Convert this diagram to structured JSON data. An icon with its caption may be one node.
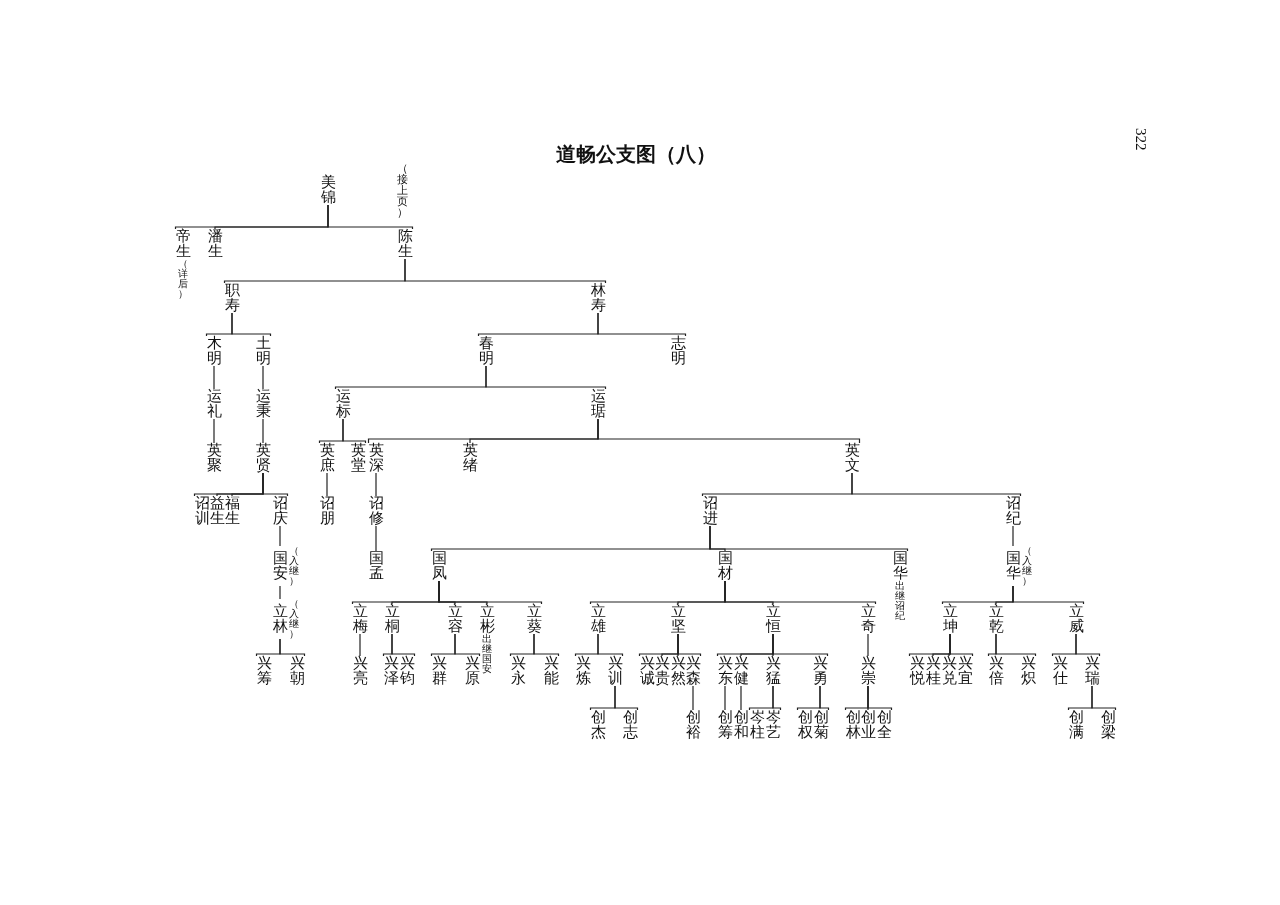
{
  "diagram": {
    "title": "道畅公支图（八）",
    "nodes": [
      {
        "text": [
          "美锦"
        ]
      },
      {
        "text": [
          "帝生"
        ],
        "beside": [
          "（详后）"
        ]
      },
      {
        "text": [
          "潘生"
        ]
      },
      {
        "text": [
          "陈生"
        ]
      },
      {
        "text": [
          "职寿"
        ]
      },
      {
        "text": [
          "林寿"
        ]
      },
      {
        "text": [
          "木明"
        ]
      },
      {
        "text": [
          "土明"
        ]
      },
      {
        "text": [
          "春明"
        ]
      },
      {
        "text": [
          "志明"
        ]
      },
      {
        "text": [
          "运礼"
        ]
      },
      {
        "text": [
          "运秉"
        ]
      },
      {
        "text": [
          "运标"
        ]
      },
      {
        "text": [
          "运琚"
        ]
      },
      {
        "text": [
          "英聚"
        ]
      },
      {
        "text": [
          "英贤"
        ]
      },
      {
        "text": [
          "英庶"
        ]
      },
      {
        "text": [
          "英堂"
        ]
      },
      {
        "text": [
          "英深"
        ]
      },
      {
        "text": [
          "英绪"
        ]
      },
      {
        "text": [
          "英文"
        ]
      },
      {
        "text": [
          "诏训"
        ]
      },
      {
        "text": [
          "益生"
        ]
      },
      {
        "text": [
          "福生"
        ]
      },
      {
        "text": [
          "诏庆"
        ]
      },
      {
        "text": [
          "诏朋"
        ]
      },
      {
        "text": [
          "诏修"
        ]
      },
      {
        "text": [
          "诏进"
        ]
      },
      {
        "text": [
          "诏纪"
        ]
      },
      {
        "text": [
          "国安"
        ],
        "beside": [
          "（入继）"
        ]
      },
      {
        "text": [
          "国孟"
        ]
      },
      {
        "text": [
          "国凤"
        ]
      },
      {
        "text": [
          "国材"
        ]
      },
      {
        "text": [
          "国华"
        ],
        "beside": [
          "出继诏纪"
        ]
      },
      {
        "text": [
          "国华"
        ],
        "beside": [
          "（入继）"
        ]
      },
      {
        "text": [
          "立林"
        ],
        "beside": [
          "（入继）"
        ]
      },
      {
        "text": [
          "立梅"
        ]
      },
      {
        "text": [
          "立桐"
        ]
      },
      {
        "text": [
          "立容"
        ]
      },
      {
        "text": [
          "立彬"
        ],
        "beside": [
          "出继国安"
        ]
      },
      {
        "text": [
          "立葵"
        ]
      },
      {
        "text": [
          "立雄"
        ]
      },
      {
        "text": [
          "立坚"
        ]
      },
      {
        "text": [
          "立恒"
        ]
      },
      {
        "text": [
          "立奇"
        ]
      },
      {
        "text": [
          "立坤"
        ]
      },
      {
        "text": [
          "立乾"
        ]
      },
      {
        "text": [
          "立威"
        ]
      },
      {
        "text": [
          "兴筹"
        ]
      },
      {
        "text": [
          "兴朝"
        ]
      },
      {
        "text": [
          "兴亮"
        ]
      },
      {
        "text": [
          "兴泽"
        ]
      },
      {
        "text": [
          "兴钧"
        ]
      },
      {
        "text": [
          "兴群"
        ]
      },
      {
        "text": [
          "兴原"
        ]
      },
      {
        "text": [
          "兴永"
        ]
      },
      {
        "text": [
          "兴能"
        ]
      },
      {
        "text": [
          "兴炼"
        ]
      },
      {
        "text": [
          "兴训"
        ]
      },
      {
        "text": [
          "兴诚"
        ]
      },
      {
        "text": [
          "兴贵"
        ]
      },
      {
        "text": [
          "兴然"
        ]
      },
      {
        "text": [
          "兴森"
        ]
      },
      {
        "text": [
          "兴东"
        ]
      },
      {
        "text": [
          "兴健"
        ]
      },
      {
        "text": [
          "兴猛"
        ]
      },
      {
        "text": [
          "兴勇"
        ]
      },
      {
        "text": [
          "兴崇"
        ]
      },
      {
        "text": [
          "兴悦"
        ]
      },
      {
        "text": [
          "兴桂"
        ]
      },
      {
        "text": [
          "兴兑"
        ]
      },
      {
        "text": [
          "兴宜"
        ]
      },
      {
        "text": [
          "兴倍"
        ]
      },
      {
        "text": [
          "兴炽"
        ]
      },
      {
        "text": [
          "兴仕"
        ]
      },
      {
        "text": [
          "兴瑞"
        ]
      },
      {
        "text": [
          "创杰"
        ]
      },
      {
        "text": [
          "创志"
        ]
      },
      {
        "text": [
          "创裕"
        ]
      },
      {
        "text": [
          "创筹"
        ]
      },
      {
        "text": [
          "创和"
        ]
      },
      {
        "text": [
          "岑柱"
        ]
      },
      {
        "text": [
          "岑艺"
        ]
      },
      {
        "text": [
          "创权"
        ]
      },
      {
        "text": [
          "创菊"
        ]
      },
      {
        "text": [
          "创林"
        ]
      },
      {
        "text": [
          "创业"
        ]
      },
      {
        "text": [
          "创全"
        ]
      },
      {
        "text": [
          "创满"
        ]
      },
      {
        "text": [
          "创梁"
        ]
      }
    ],
    "edges": [
      {
        "from": 0,
        "to": 1,
        "arrow": "none"
      },
      {
        "from": 0,
        "to": 2,
        "arrow": "none"
      },
      {
        "from": 0,
        "to": 3,
        "arrow": "none"
      },
      {
        "from": 3,
        "to": 4,
        "arrow": "none"
      },
      {
        "from": 3,
        "to": 5,
        "arrow": "none"
      },
      {
        "from": 4,
        "to": 6,
        "arrow": "none"
      },
      {
        "from": 4,
        "to": 7,
        "arrow": "none"
      },
      {
        "from": 5,
        "to": 8,
        "arrow": "none"
      },
      {
        "from": 5,
        "to": 9,
        "arrow": "none"
      },
      {
        "from": 6,
        "to": 10,
        "arrow": "none"
      },
      {
        "from": 7,
        "to": 11,
        "arrow": "none"
      },
      {
        "from": 8,
        "to": 12,
        "arrow": "none"
      },
      {
        "from": 8,
        "to": 13,
        "arrow": "none"
      },
      {
        "from": 10,
        "to": 14,
        "arrow": "none"
      },
      {
        "from": 11,
        "to": 15,
        "arrow": "none"
      },
      {
        "from": 12,
        "to": 16,
        "arrow": "none"
      },
      {
        "from": 12,
        "to": 17,
        "arrow": "none"
      },
      {
        "from": 13,
        "to": 18,
        "arrow": "none"
      },
      {
        "from": 13,
        "to": 19,
        "arrow": "none"
      },
      {
        "from": 13,
        "to": 20,
        "arrow": "none"
      },
      {
        "from": 15,
        "to": 21,
        "arrow": "none"
      },
      {
        "from": 15,
        "to": 22,
        "arrow": "none"
      },
      {
        "from": 15,
        "to": 23,
        "arrow": "none"
      },
      {
        "from": 15,
        "to": 24,
        "arrow": "none"
      },
      {
        "from": 16,
        "to": 25,
        "arrow": "none"
      },
      {
        "from": 18,
        "to": 26,
        "arrow": "none"
      },
      {
        "from": 20,
        "to": 27,
        "arrow": "none"
      },
      {
        "from": 20,
        "to": 28,
        "arrow": "none"
      },
      {
        "from": 24,
        "to": 29,
        "arrow": "none"
      },
      {
        "from": 26,
        "to": 30,
        "arrow": "none"
      },
      {
        "from": 27,
        "to": 31,
        "arrow": "none"
      },
      {
        "from": 27,
        "to": 32,
        "arrow": "none"
      },
      {
        "from": 27,
        "to": 33,
        "arrow": "none"
      },
      {
        "from": 28,
        "to": 34,
        "arrow": "none"
      },
      {
        "from": 29,
        "to": 35,
        "arrow": "none"
      },
      {
        "from": 31,
        "to": 36,
        "arrow": "none"
      },
      {
        "from": 31,
        "to": 37,
        "arrow": "none"
      },
      {
        "from": 31,
        "to": 38,
        "arrow": "none"
      },
      {
        "from": 31,
        "to": 39,
        "arrow": "none"
      },
      {
        "from": 31,
        "to": 40,
        "arrow": "none"
      },
      {
        "from": 32,
        "to": 41,
        "arrow": "none"
      },
      {
        "from": 32,
        "to": 42,
        "arrow": "none"
      },
      {
        "from": 32,
        "to": 43,
        "arrow": "none"
      },
      {
        "from": 32,
        "to": 44,
        "arrow": "none"
      },
      {
        "from": 34,
        "to": 45,
        "arrow": "none"
      },
      {
        "from": 34,
        "to": 46,
        "arrow": "none"
      },
      {
        "from": 34,
        "to": 47,
        "arrow": "none"
      },
      {
        "from": 35,
        "to": 48,
        "arrow": "none"
      },
      {
        "from": 35,
        "to": 49,
        "arrow": "none"
      },
      {
        "from": 36,
        "to": 50,
        "arrow": "none"
      },
      {
        "from": 37,
        "to": 51,
        "arrow": "none"
      },
      {
        "from": 37,
        "to": 52,
        "arrow": "none"
      },
      {
        "from": 38,
        "to": 53,
        "arrow": "none"
      },
      {
        "from": 38,
        "to": 54,
        "arrow": "none"
      },
      {
        "from": 40,
        "to": 55,
        "arrow": "none"
      },
      {
        "from": 40,
        "to": 56,
        "arrow": "none"
      },
      {
        "from": 41,
        "to": 57,
        "arrow": "none"
      },
      {
        "from": 41,
        "to": 58,
        "arrow": "none"
      },
      {
        "from": 42,
        "to": 59,
        "arrow": "none"
      },
      {
        "from": 42,
        "to": 60,
        "arrow": "none"
      },
      {
        "from": 42,
        "to": 61,
        "arrow": "none"
      },
      {
        "from": 42,
        "to": 62,
        "arrow": "none"
      },
      {
        "from": 43,
        "to": 63,
        "arrow": "none"
      },
      {
        "from": 43,
        "to": 64,
        "arrow": "none"
      },
      {
        "from": 43,
        "to": 65,
        "arrow": "none"
      },
      {
        "from": 43,
        "to": 66,
        "arrow": "none"
      },
      {
        "from": 44,
        "to": 67,
        "arrow": "none"
      },
      {
        "from": 45,
        "to": 68,
        "arrow": "none"
      },
      {
        "from": 45,
        "to": 69,
        "arrow": "none"
      },
      {
        "from": 45,
        "to": 70,
        "arrow": "none"
      },
      {
        "from": 45,
        "to": 71,
        "arrow": "none"
      },
      {
        "from": 46,
        "to": 72,
        "arrow": "none"
      },
      {
        "from": 46,
        "to": 73,
        "arrow": "none"
      },
      {
        "from": 47,
        "to": 74,
        "arrow": "none"
      },
      {
        "from": 47,
        "to": 75,
        "arrow": "none"
      },
      {
        "from": 58,
        "to": 76,
        "arrow": "none"
      },
      {
        "from": 58,
        "to": 77,
        "arrow": "none"
      },
      {
        "from": 62,
        "to": 78,
        "arrow": "none"
      },
      {
        "from": 63,
        "to": 79,
        "arrow": "none"
      },
      {
        "from": 64,
        "to": 80,
        "arrow": "none"
      },
      {
        "from": 65,
        "to": 81,
        "arrow": "none"
      },
      {
        "from": 65,
        "to": 82,
        "arrow": "none"
      },
      {
        "from": 66,
        "to": 83,
        "arrow": "none"
      },
      {
        "from": 66,
        "to": 84,
        "arrow": "none"
      },
      {
        "from": 67,
        "to": 85,
        "arrow": "none"
      },
      {
        "from": 67,
        "to": 86,
        "arrow": "none"
      },
      {
        "from": 67,
        "to": 87,
        "arrow": "none"
      },
      {
        "from": 75,
        "to": 88,
        "arrow": "none"
      },
      {
        "from": 75,
        "to": 89,
        "arrow": "none"
      }
    ],
    "labels": [
      "（接上页）",
      "322"
    ]
  }
}
